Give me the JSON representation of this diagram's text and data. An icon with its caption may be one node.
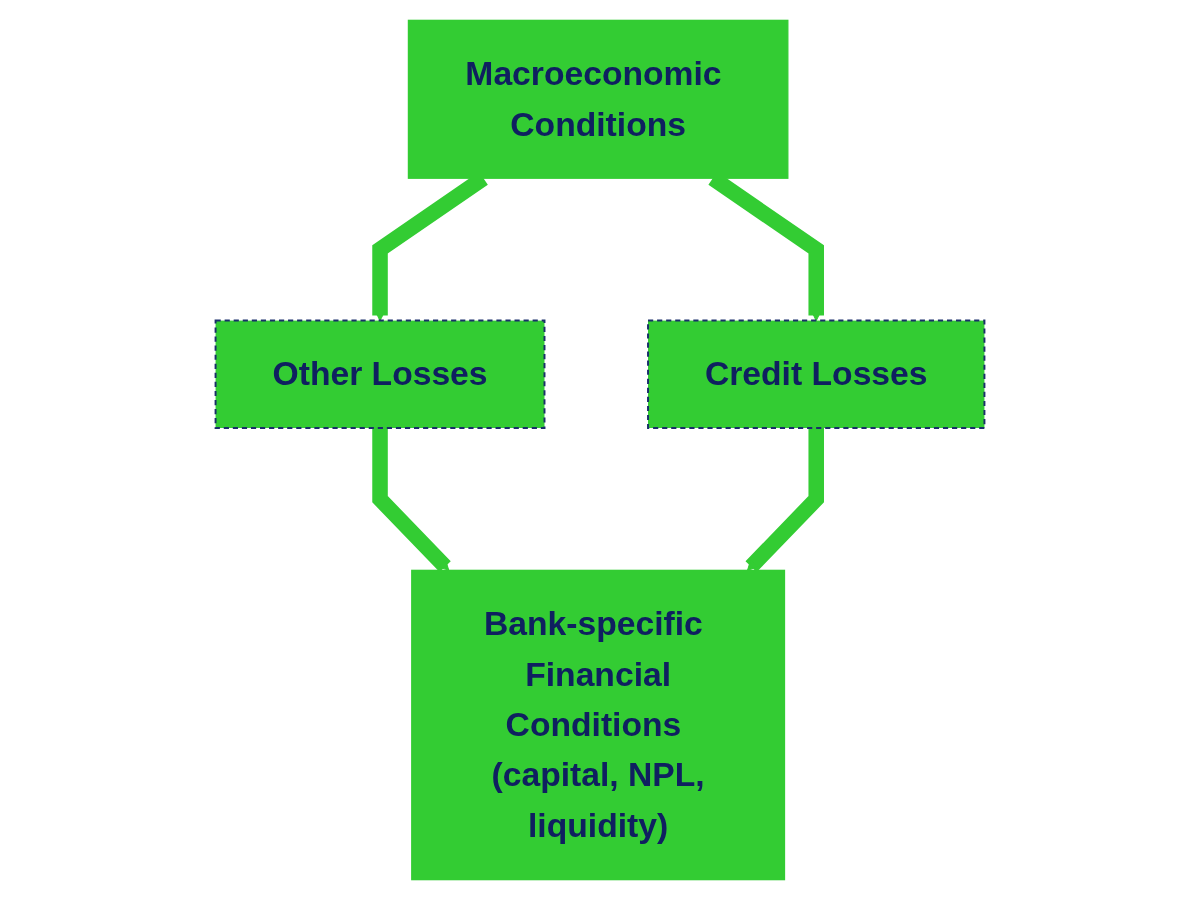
{
  "diagram": {
    "nodes": [
      {
        "text": [
          "Macroeconomic Conditions"
        ]
      },
      {
        "text": [
          "Other Losses"
        ]
      },
      {
        "text": [
          "Credit Losses"
        ]
      },
      {
        "text": [
          "Bank-specific Financial Conditions (capital, NPL, liquidity)"
        ]
      }
    ],
    "edges": [
      {
        "from": 0,
        "to": 1,
        "arrow": "to"
      },
      {
        "from": 0,
        "to": 2,
        "arrow": "to"
      },
      {
        "from": 1,
        "to": 3,
        "arrow": "to"
      },
      {
        "from": 2,
        "to": 3,
        "arrow": "to"
      }
    ]
  }
}
